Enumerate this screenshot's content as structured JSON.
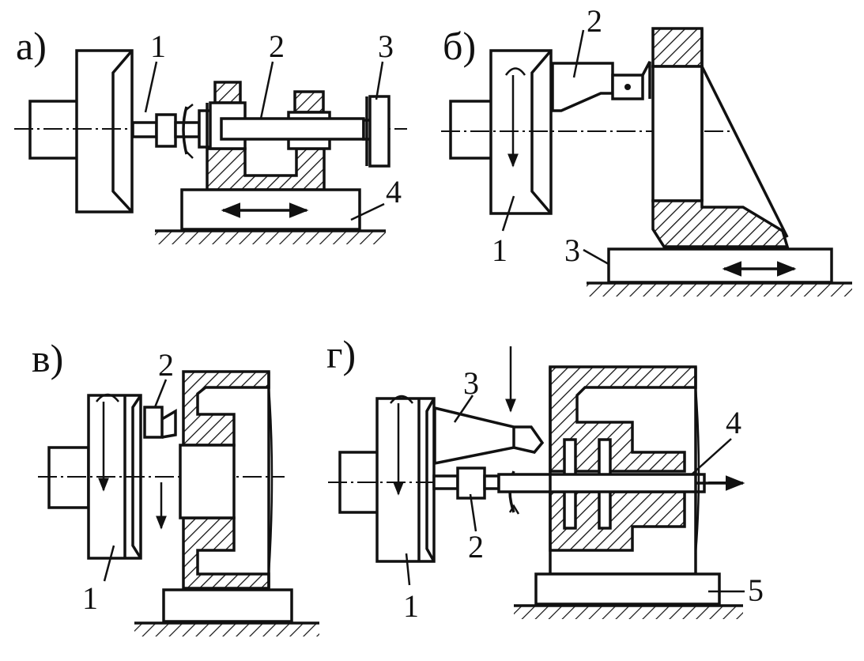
{
  "panels": {
    "a": {
      "title": "а)",
      "labels": [
        "1",
        "2",
        "3",
        "4"
      ]
    },
    "b": {
      "title": "б)",
      "labels": [
        "1",
        "2",
        "3"
      ]
    },
    "v": {
      "title": "в)",
      "labels": [
        "1",
        "2"
      ]
    },
    "g": {
      "title": "г)",
      "labels": [
        "1",
        "2",
        "3",
        "4",
        "5"
      ]
    }
  }
}
